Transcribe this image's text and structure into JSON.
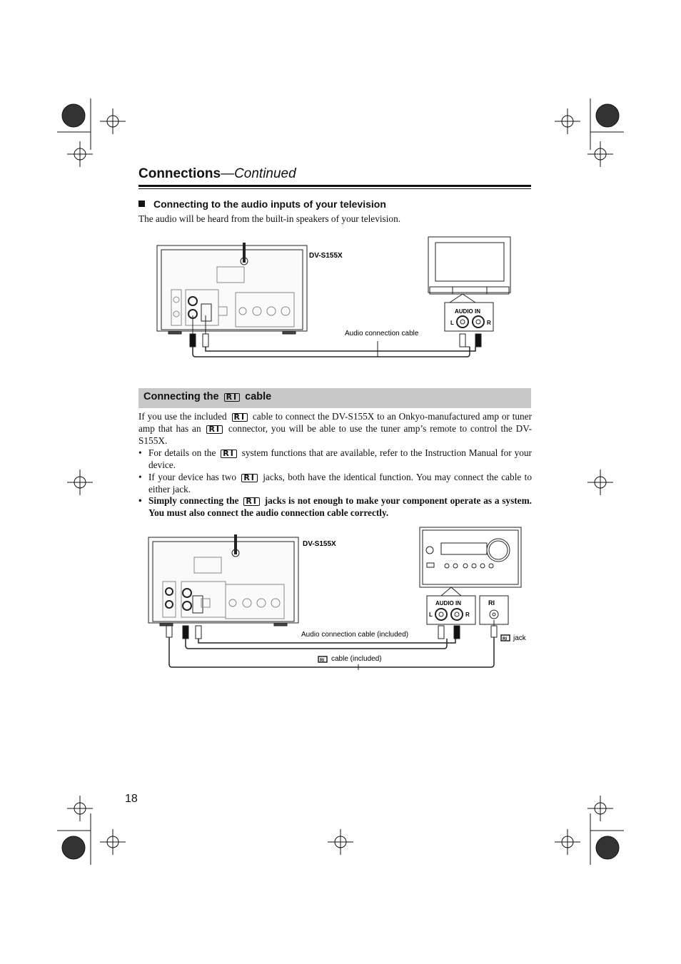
{
  "header": {
    "title": "Connections",
    "continued": "—Continued"
  },
  "tv_section": {
    "heading": "Connecting to the audio inputs of your television",
    "description": "The audio will be heard from the built-in speakers of your television.",
    "diagram": {
      "model_label": "DV-S155X",
      "audio_in_label": "AUDIO IN",
      "left_label": "L",
      "right_label": "R",
      "cable_label": "Audio connection cable"
    }
  },
  "ri_section": {
    "heading_prefix": "Connecting the",
    "heading_suffix": "cable",
    "ri_symbol": "RI",
    "intro": {
      "part1": "If you use the included",
      "part2": "cable to connect the DV-S155X to an Onkyo-manufactured amp or tuner amp that has an",
      "part3": "connector, you will be able to use the tuner amp’s remote to control the DV-S155X."
    },
    "bullets": [
      {
        "part1": "For details on the",
        "part2": "system functions that are available, refer to the Instruction Manual for your device."
      },
      {
        "part1": "If your device has two",
        "part2": "jacks, both have the identical function. You may connect the cable to either jack."
      },
      {
        "part1": "Simply connecting the",
        "part2": "jacks is not enough to make your component operate as a system. You must also connect the audio connection cable correctly."
      }
    ],
    "bullet_char": "•",
    "diagram": {
      "model_label": "DV-S155X",
      "audio_in_label": "AUDIO IN",
      "left_label": "L",
      "right_label": "R",
      "audio_cable_label": "Audio connection cable (included)",
      "ri_jack_label": "jack",
      "ri_cable_label": "cable (included)"
    }
  },
  "footer": {
    "page_number": "18"
  }
}
